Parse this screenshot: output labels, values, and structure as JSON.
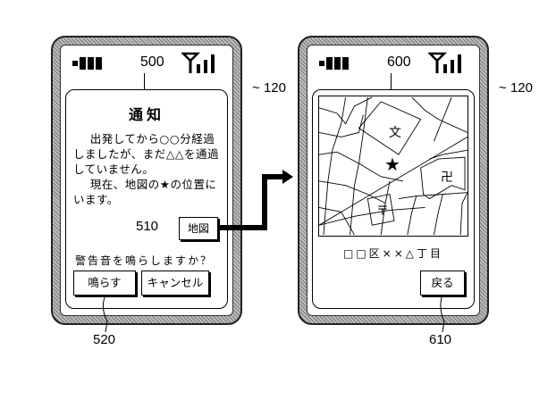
{
  "figure": {
    "device_ref": "120",
    "arrow": "transition from map button to map screen"
  },
  "left_screen": {
    "ref": "500",
    "title": "通知",
    "body_paragraph_1": "出発してから○○分経過しましたが、まだ△△を通過していません。",
    "body_paragraph_2": "現在、地図の★の位置にいます。",
    "map_button": {
      "ref": "510",
      "label": "地図"
    },
    "question": "警告音を鳴らしますか？",
    "buttons_ref": "520",
    "ring_button_label": "鳴らす",
    "cancel_button_label": "キャンセル"
  },
  "right_screen": {
    "ref": "600",
    "map": {
      "school_symbol": "文",
      "temple_symbol": "卍",
      "post_office_symbol": "〒",
      "current_location_marker": "★"
    },
    "address": "□□区××△丁目",
    "back_button": {
      "ref": "610",
      "label": "戻る"
    }
  },
  "status_bar": {
    "battery_icon": "battery-icon",
    "signal_icon": "antenna-signal-icon"
  }
}
